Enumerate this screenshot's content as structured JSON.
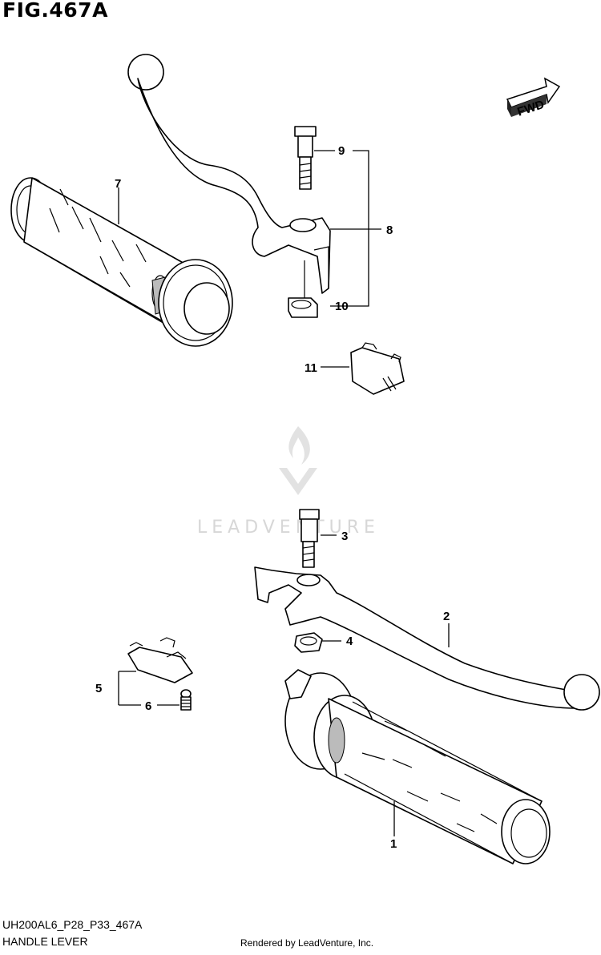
{
  "figure": {
    "title": "FIG.467A",
    "code": "UH200AL6_P28_P33_467A",
    "name": "HANDLE LEVER",
    "credit": "Rendered by LeadVenture, Inc."
  },
  "direction_label": "FWD",
  "watermark": {
    "text": "LEADVENTURE"
  },
  "callouts": [
    "1",
    "2",
    "3",
    "4",
    "5",
    "6",
    "7",
    "8",
    "9",
    "10",
    "11"
  ]
}
